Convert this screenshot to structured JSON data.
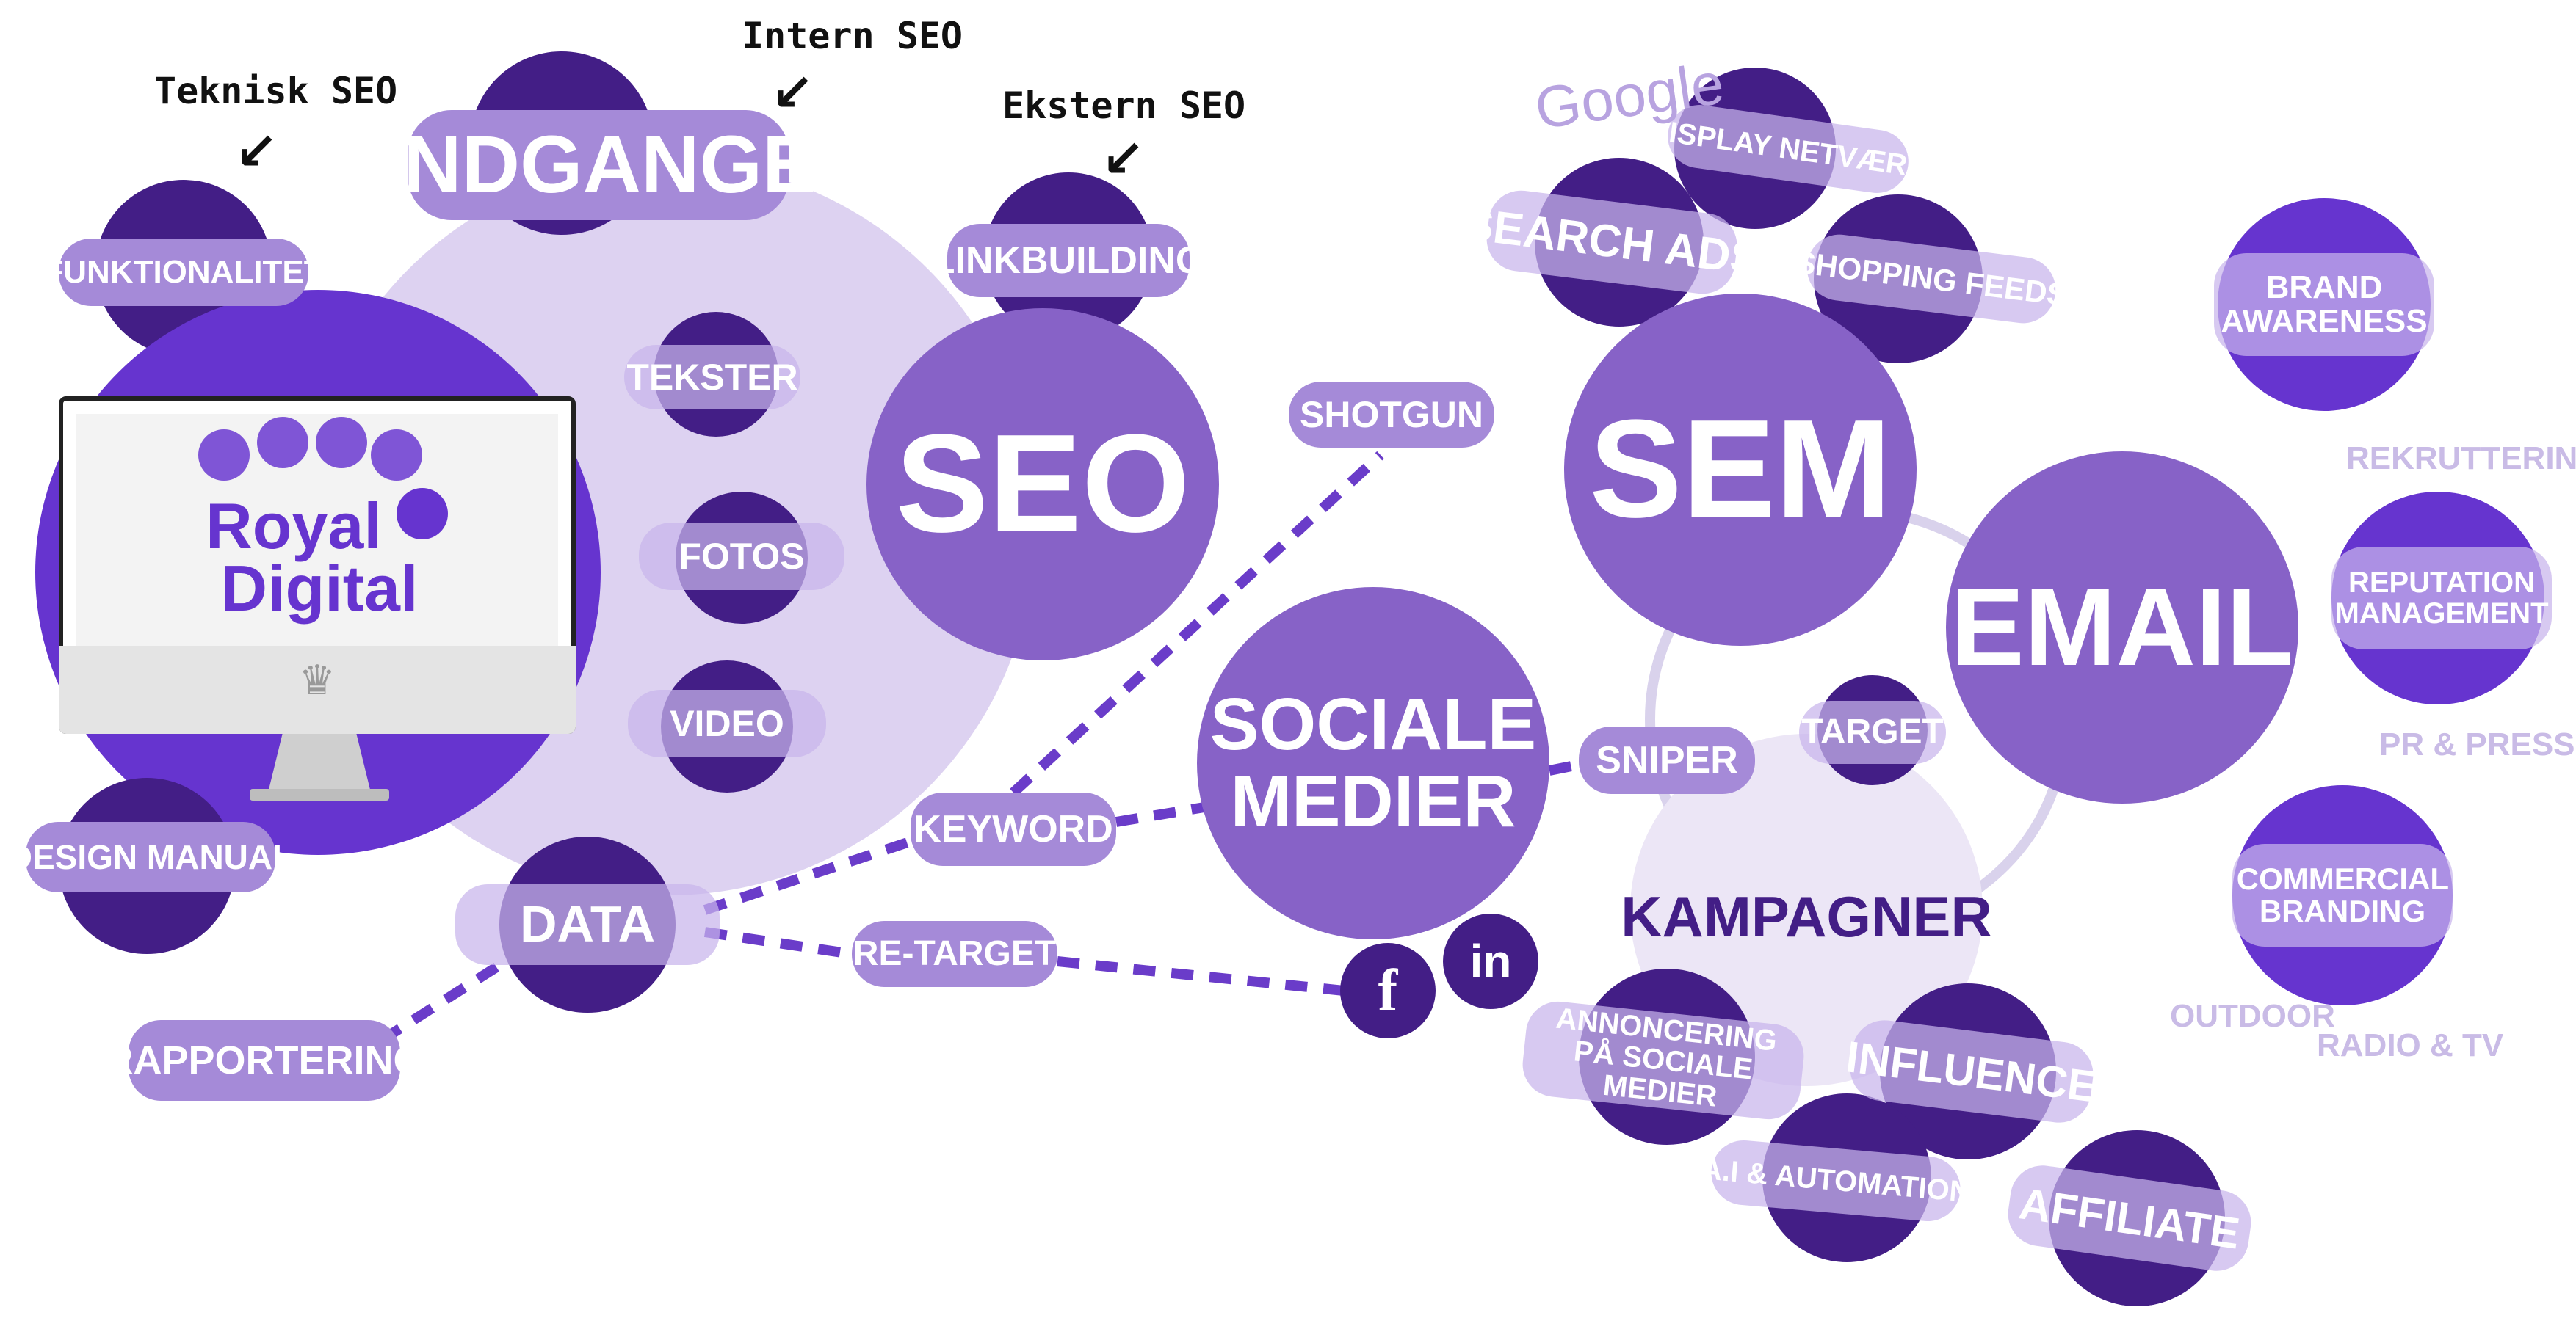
{
  "brand": {
    "line1": "Royal",
    "line2": "Digital",
    "crown": "♛"
  },
  "annotations": {
    "teknisk": "Teknisk SEO",
    "intern": "Intern SEO",
    "ekstern": "Ekstern SEO",
    "google": "Google"
  },
  "hubs": {
    "seo": "SEO",
    "sem": "SEM",
    "email": "EMAIL",
    "sociale": "SOCIALE MEDIER",
    "kampagner": "KAMPAGNER"
  },
  "seo_nodes": {
    "indgange": "INDGANGE",
    "funktionalitet": "FUNKTIONALITET",
    "linkbuilding": "LINKBUILDING",
    "tekster": "TEKSTER",
    "fotos": "FOTOS",
    "video": "VIDEO",
    "data": "DATA",
    "design_manual": "DESIGN MANUAL",
    "rapportering": "RAPPORTERING"
  },
  "connectors": {
    "shotgun": "SHOTGUN",
    "keyword": "KEYWORD",
    "retarget": "RE-TARGET",
    "sniper": "SNIPER",
    "target": "TARGET"
  },
  "sem_nodes": {
    "search_ads": "SEARCH ADS",
    "display": "DISPLAY NETVÆRK",
    "shopping": "SHOPPING FEEDS"
  },
  "kampagner_nodes": {
    "annoncering": "ANNONCERING PÅ SOCIALE MEDIER",
    "influence": "INFLUENCE",
    "ai": "A.I & AUTOMATION",
    "affiliate": "AFFILIATE"
  },
  "branding": {
    "brand_awareness": "BRAND AWARENESS",
    "reputation": "REPUTATION MANAGEMENT",
    "commercial": "COMMERCIAL BRANDING",
    "rekruttering": "REKRUTTERING",
    "pr": "PR & PRESSE",
    "outdoor": "OUTDOOR",
    "radio": "RADIO & TV"
  },
  "social_icons": {
    "facebook": "f",
    "linkedin": "in"
  },
  "colors": {
    "medium": "#8762c7",
    "dark": "#431e86",
    "violet": "#6634cf",
    "pill": "#a58ad8",
    "pale": "#ddd2f1",
    "faint_text": "#c9bbe6"
  }
}
